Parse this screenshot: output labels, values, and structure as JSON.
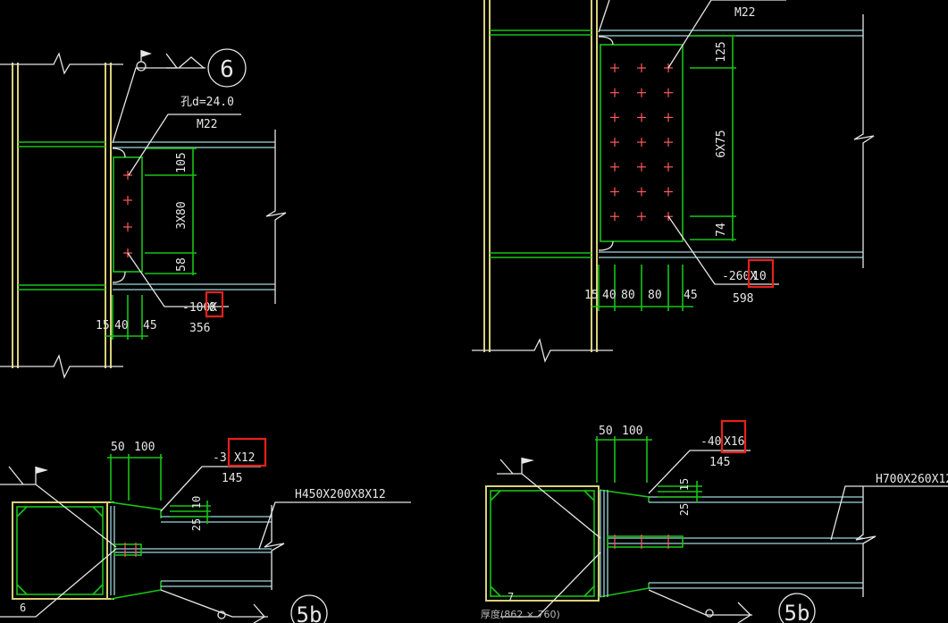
{
  "detail_tl": {
    "hole_note": "孔d=24.0",
    "bolt_spec": "M22",
    "detail_no": "6",
    "dim_top": "105",
    "dim_mid": "3X80",
    "dim_bot": "58",
    "plate_main": "-100X",
    "plate_thk": "8",
    "plate_len": "356",
    "dim_b1": "15",
    "dim_b2": "40",
    "dim_b3": "45"
  },
  "detail_tr": {
    "bolt_spec": "M22",
    "dim_top": "125",
    "dim_mid": "6X75",
    "dim_bot": "74",
    "plate_main": "-260X",
    "plate_thk": "10",
    "plate_len": "598",
    "dim_b1": "15",
    "dim_b2": "40",
    "dim_b3": "80",
    "dim_b4": "80",
    "dim_b5": "45"
  },
  "detail_bl": {
    "dim_a": "50",
    "dim_b": "100",
    "plate_main": "-3",
    "plate_thk": "X12",
    "plate_len": "145",
    "dim_v1": "10",
    "dim_v2": "25",
    "beam_label": "H450X200X8X12",
    "detail_no": "5b",
    "weld_size": "6"
  },
  "detail_br": {
    "dim_a": "50",
    "dim_b": "100",
    "plate_main": "-40",
    "plate_thk": "X16",
    "plate_len": "145",
    "dim_v1": "15",
    "dim_v2": "25",
    "beam_label": "H700X260X12",
    "detail_no": "5b",
    "weld_size": "7"
  },
  "status_text": "厚度(862 × 760)",
  "colors": {
    "column": "#d8d078",
    "plate": "#17c417",
    "beam": "#9fd5dd",
    "annotation": "#e6e6e6",
    "bolt": "#ff5a5a",
    "highlight": "#e8201c",
    "background": "#000000"
  }
}
